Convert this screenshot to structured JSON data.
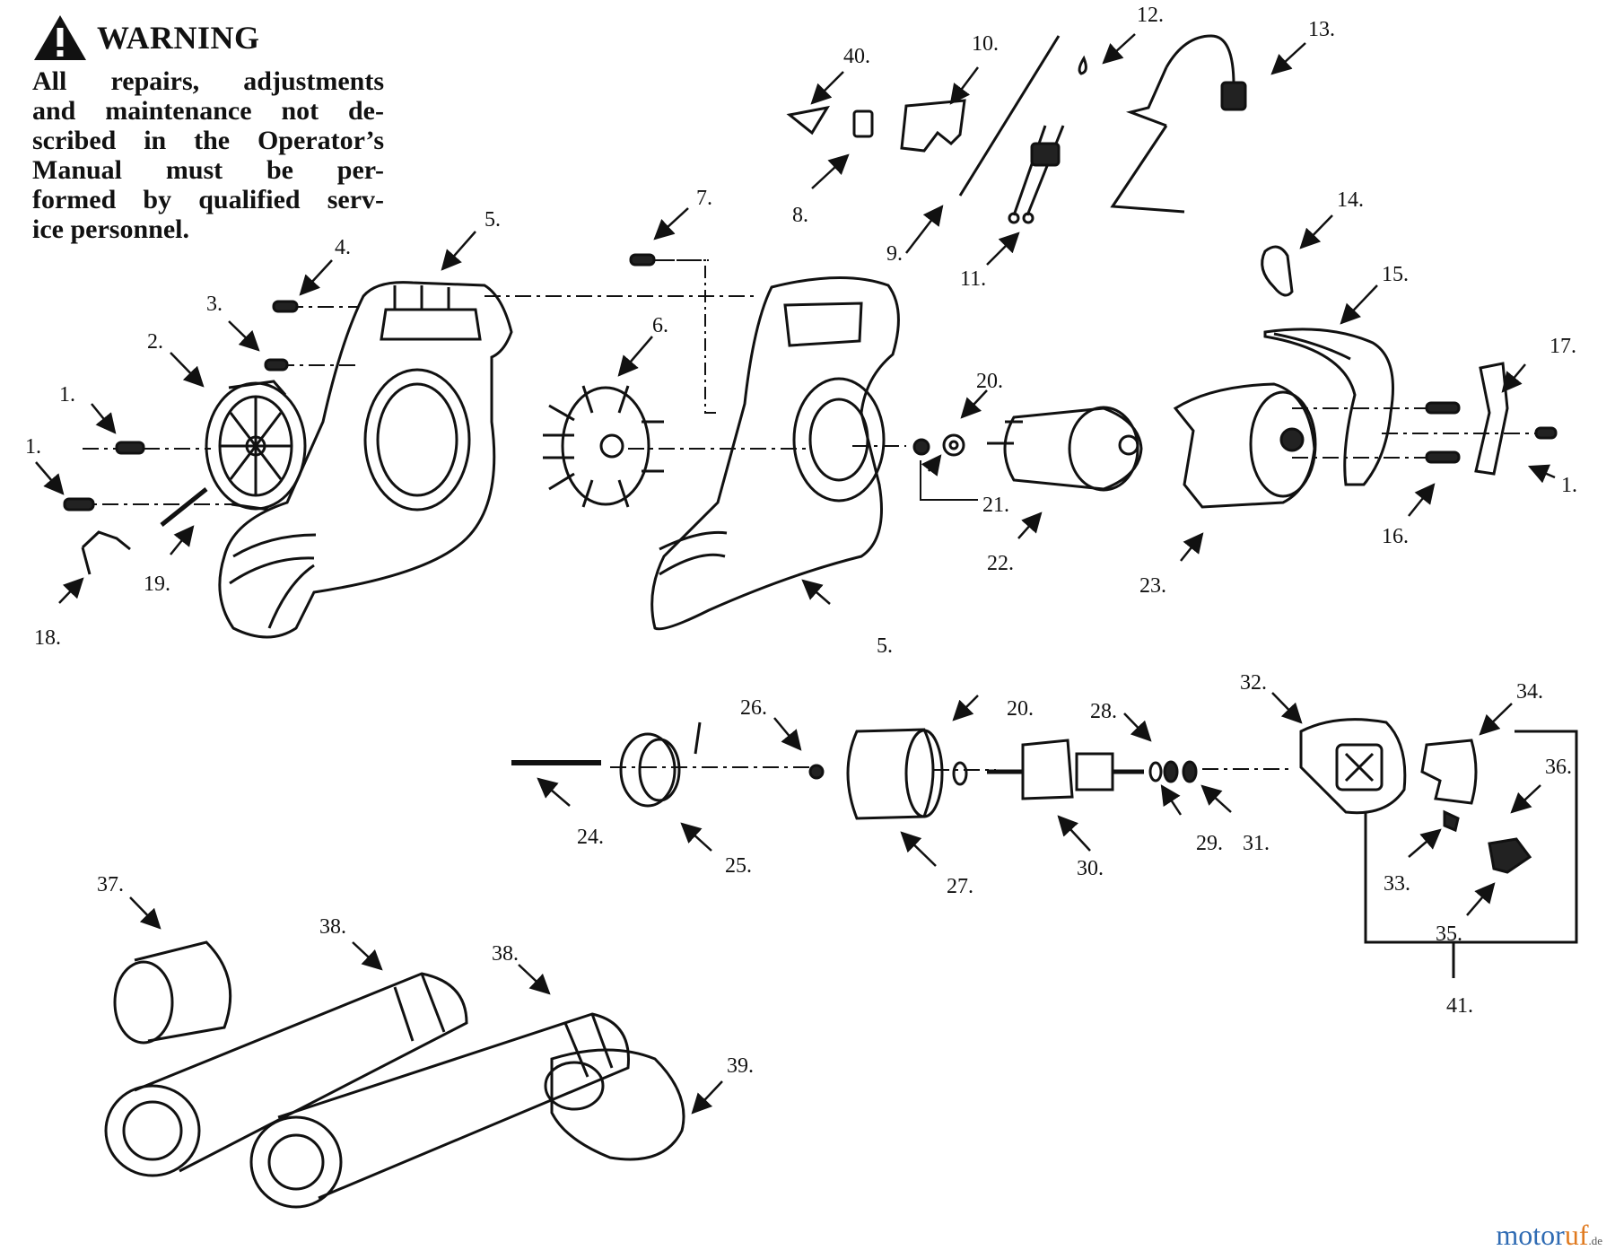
{
  "warning": {
    "title": "WARNING",
    "lines": [
      "All repairs, adjustments",
      "and maintenance not de-",
      "scribed in the Operator’s",
      "Manual must be per-",
      "formed by qualified serv-",
      "ice personnel."
    ]
  },
  "part_labels": {
    "p1a": "1.",
    "p1b": "1.",
    "p1c": "1.",
    "p2": "2.",
    "p3": "3.",
    "p4": "4.",
    "p5a": "5.",
    "p5b": "5.",
    "p6": "6.",
    "p7": "7.",
    "p8": "8.",
    "p9": "9.",
    "p10": "10.",
    "p11": "11.",
    "p12": "12.",
    "p13": "13.",
    "p14": "14.",
    "p15": "15.",
    "p16": "16.",
    "p17": "17.",
    "p18": "18.",
    "p19": "19.",
    "p20a": "20.",
    "p20b": "20.",
    "p21": "21.",
    "p22": "22.",
    "p23": "23.",
    "p24": "24.",
    "p25": "25.",
    "p26": "26.",
    "p27": "27.",
    "p28": "28.",
    "p29": "29.",
    "p30": "30.",
    "p31": "31.",
    "p32": "32.",
    "p33": "33.",
    "p34": "34.",
    "p35": "35.",
    "p36": "36.",
    "p37": "37.",
    "p38a": "38.",
    "p38b": "38.",
    "p39": "39.",
    "p40": "40.",
    "p41": "41."
  },
  "watermark": {
    "part1": "motor",
    "part2": "uf",
    "part3": ".de"
  }
}
